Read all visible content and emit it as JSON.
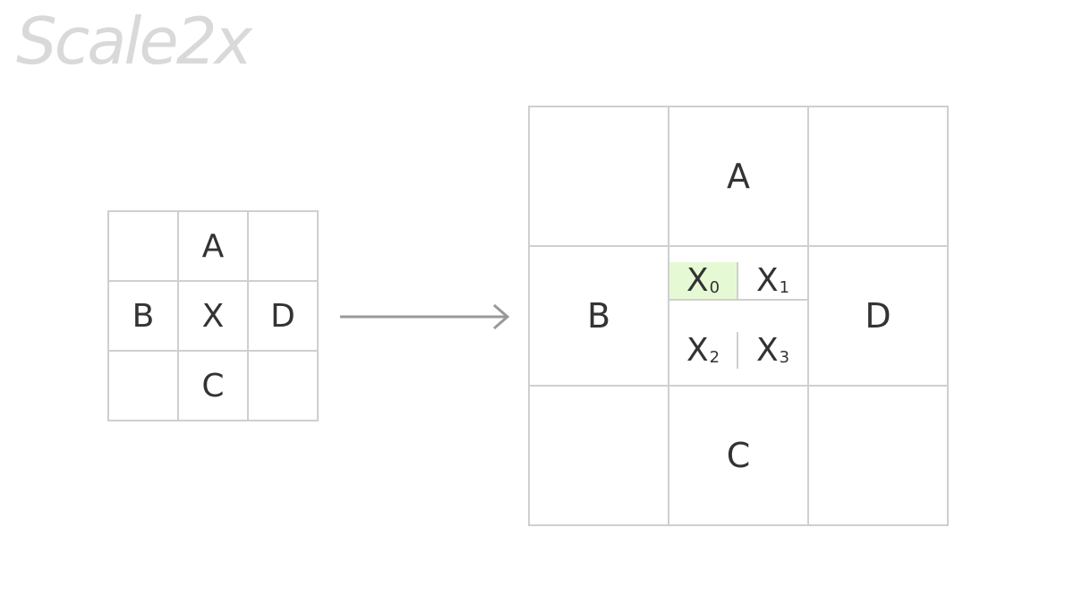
{
  "title": "Scale2x",
  "small_grid": {
    "a": "A",
    "b": "B",
    "x": "X",
    "d": "D",
    "c": "C"
  },
  "large_grid": {
    "a": "A",
    "b": "B",
    "d": "D",
    "c": "C",
    "x0": {
      "letter": "X",
      "index": "0"
    },
    "x1": {
      "letter": "X",
      "index": "1"
    },
    "x2": {
      "letter": "X",
      "index": "2"
    },
    "x3": {
      "letter": "X",
      "index": "3"
    }
  },
  "colors": {
    "grid_line": "#cfcfcf",
    "highlight": "#e5fad4",
    "arrow": "#999999",
    "title": "#d9d9d9",
    "text": "#333333"
  },
  "icons": {
    "arrow": "right-arrow-icon"
  }
}
